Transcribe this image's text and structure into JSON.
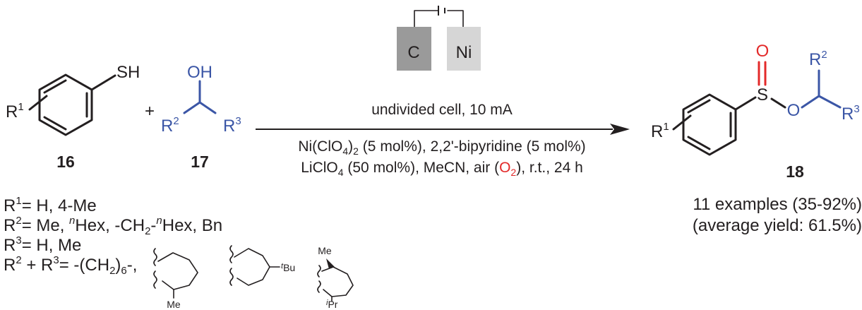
{
  "electrodes": {
    "anode": "C",
    "cathode": "Ni"
  },
  "reactant16": {
    "substituent": "R",
    "sub_sup": "1",
    "group": "SH",
    "number": "16"
  },
  "plus": "+",
  "reactant17": {
    "group": "OH",
    "r2": "R",
    "r2_sup": "2",
    "r3": "R",
    "r3_sup": "3",
    "number": "17"
  },
  "conditions": {
    "above": "undivided cell, 10 mA",
    "line1": "Ni(ClO4)2 (5 mol%), 2,2'-bipyridine (5 mol%)",
    "line2_a": "LiClO",
    "line2_a_sub": "4",
    "line2_b": " (50 mol%), MeCN, air (",
    "line2_o": "O",
    "line2_o_sub": "2",
    "line2_c": "), r.t., 24 h"
  },
  "product18": {
    "r1": "R",
    "r1_sup": "1",
    "S": "S",
    "O_double": "O",
    "O_ester": "O",
    "r2": "R",
    "r2_sup": "2",
    "r3": "R",
    "r3_sup": "3",
    "number": "18"
  },
  "scope": {
    "r1_line": "= H, 4-Me",
    "r2_line_a": "= Me, ",
    "r2_line_hex1": "Hex, -CH",
    "r2_line_sub2": "2",
    "r2_line_hex2": "Hex, Bn",
    "r3_line": "= H, Me",
    "ring_line_a": " + R",
    "ring_line_b": "= -(CH",
    "ring_line_sub": "2",
    "ring_line_c": ")",
    "ring_line_sub6": "6",
    "ring_line_d": "-,",
    "n_prefix": "n",
    "me_label": "Me",
    "tbu_t": "t",
    "tbu_label": "Bu",
    "ipr_i": "i",
    "ipr_label": "Pr"
  },
  "results": {
    "examples": "11 examples (35-92%)",
    "average": "(average yield: 61.5%)"
  },
  "colors": {
    "blue": "#3b56a6",
    "red": "#e32a2a",
    "electrode_c": "#9a9a9a",
    "electrode_ni": "#d6d6d6"
  }
}
